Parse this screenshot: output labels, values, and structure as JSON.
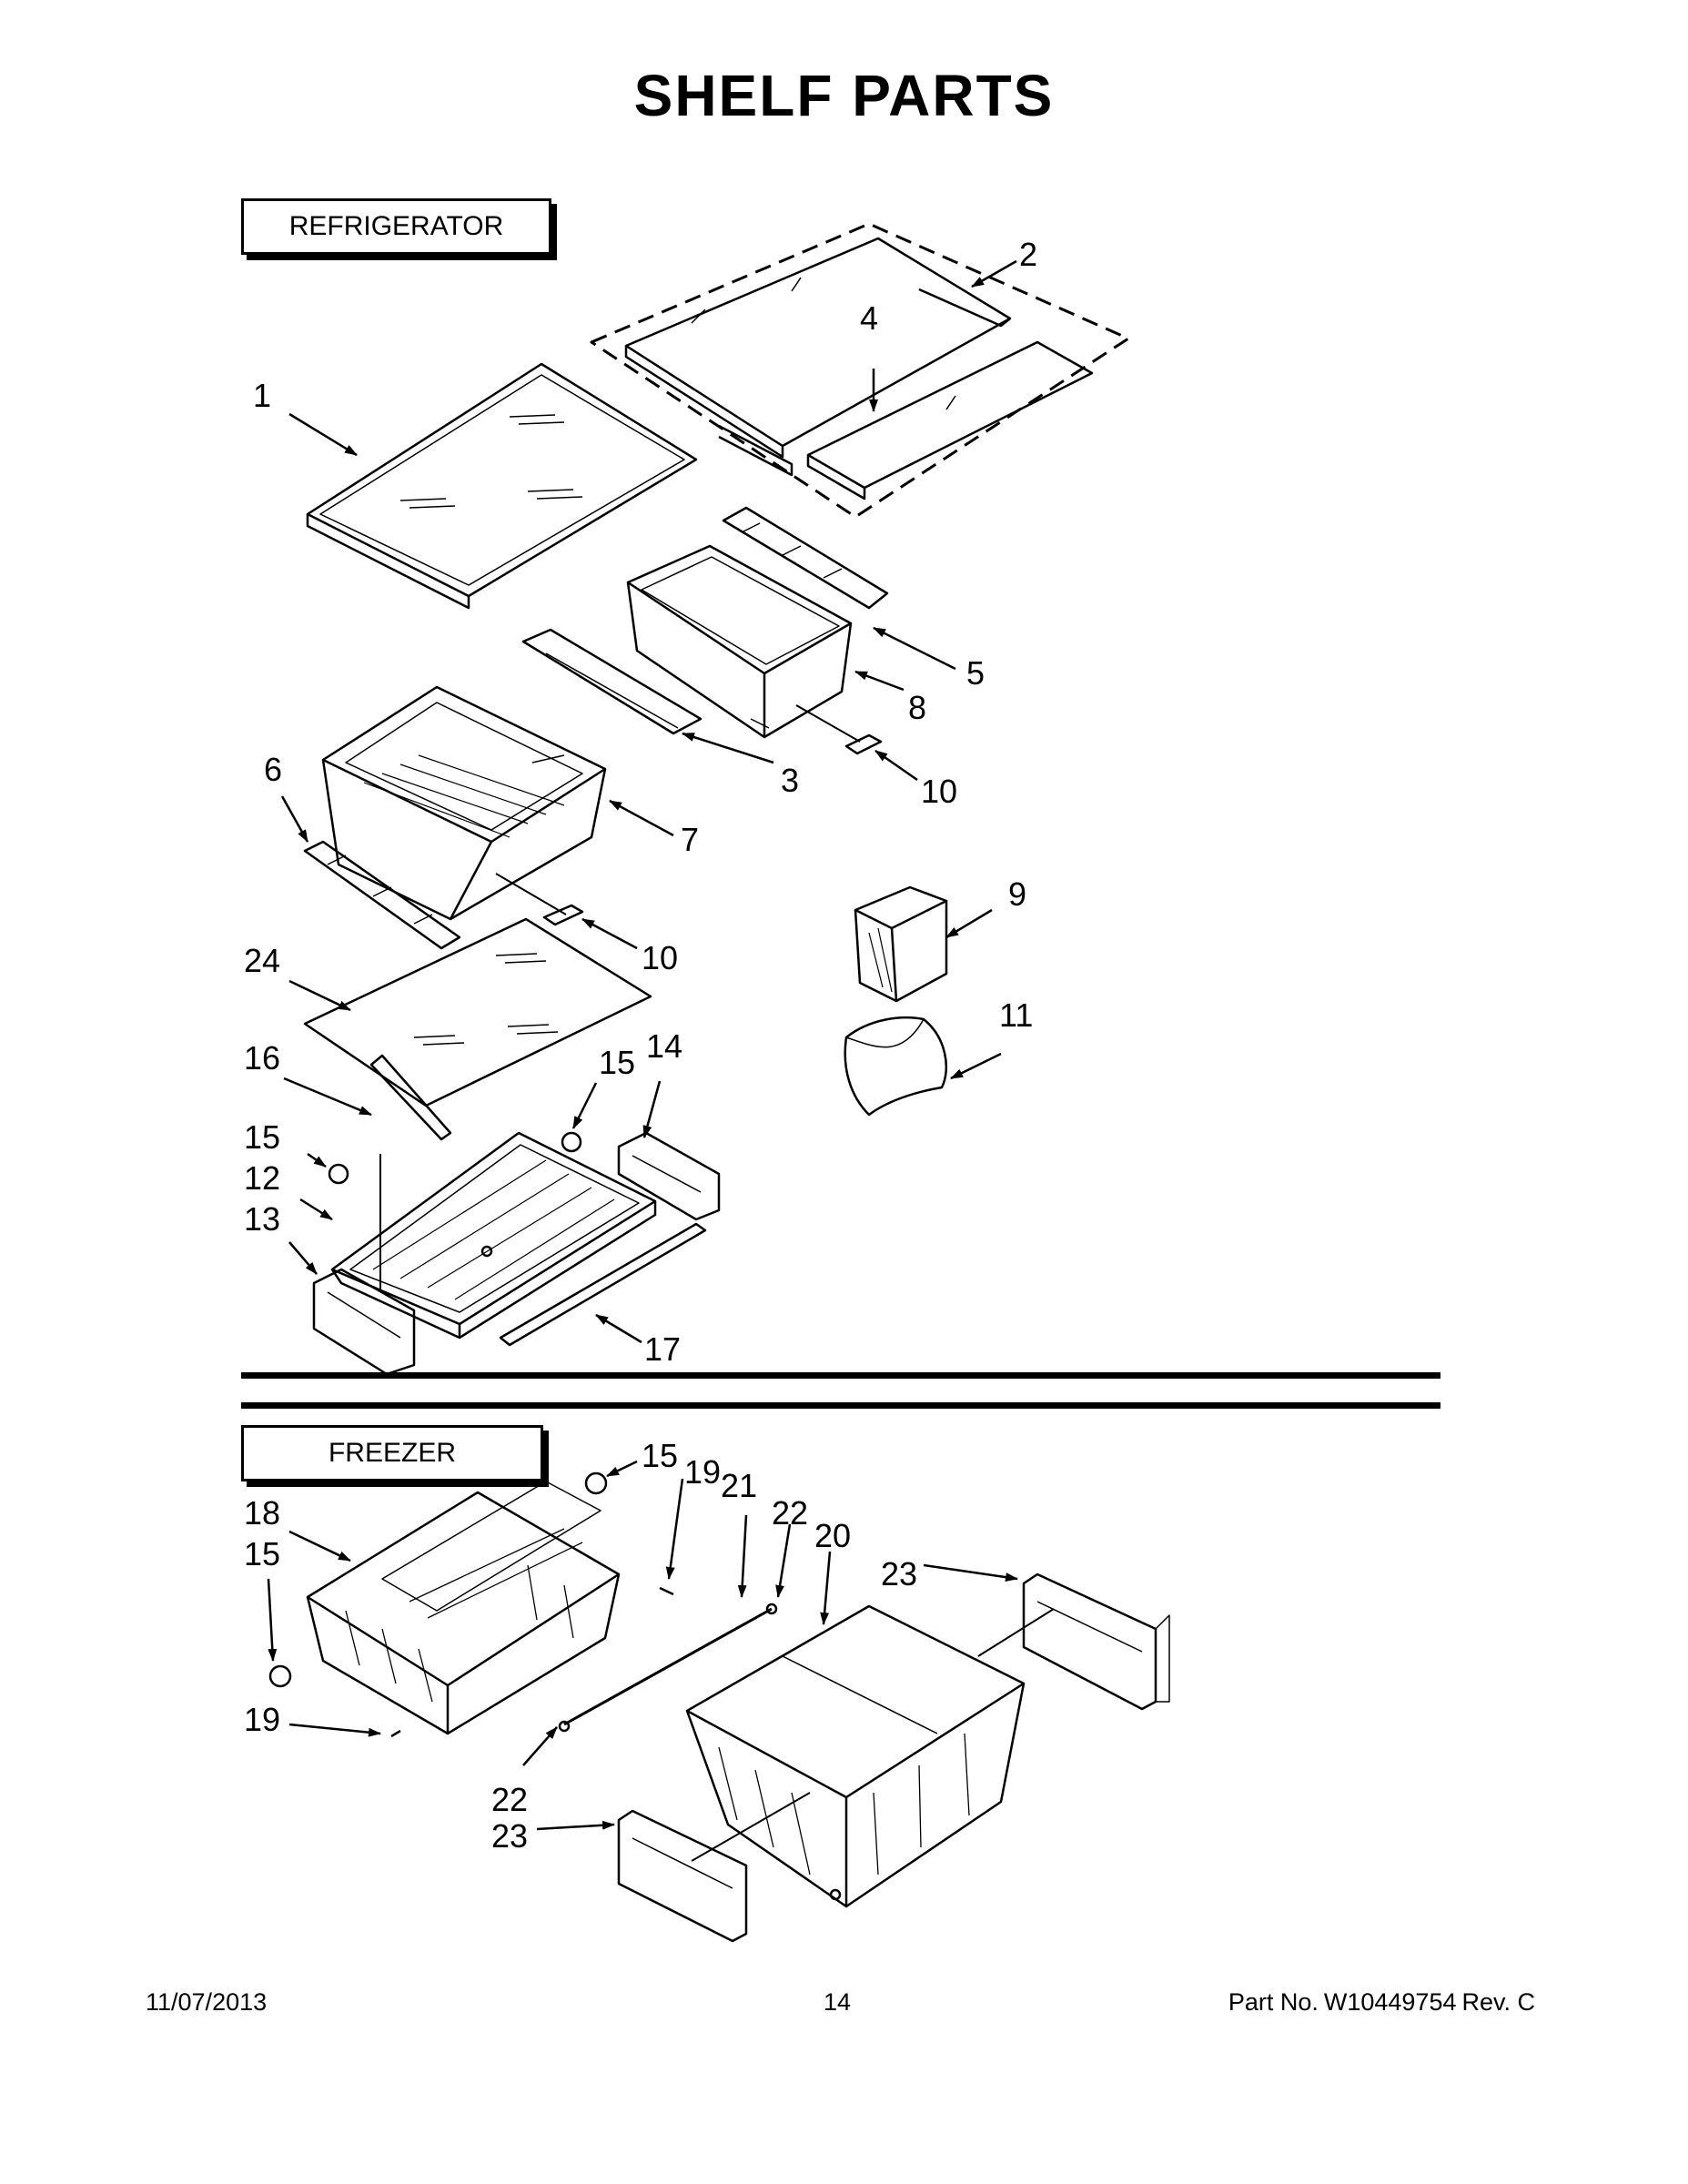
{
  "title": "SHELF PARTS",
  "sections": {
    "refrigerator": "REFRIGERATOR",
    "freezer": "FREEZER"
  },
  "callouts": {
    "c1": "1",
    "c2": "2",
    "c3": "3",
    "c4": "4",
    "c5": "5",
    "c6": "6",
    "c7": "7",
    "c8": "8",
    "c9": "9",
    "c10a": "10",
    "c10b": "10",
    "c11": "11",
    "c12": "12",
    "c13": "13",
    "c14": "14",
    "c15a": "15",
    "c15b": "15",
    "c15c": "15",
    "c15d": "15",
    "c16": "16",
    "c17": "17",
    "c18": "18",
    "c19a": "19",
    "c19b": "19",
    "c20": "20",
    "c21": "21",
    "c22a": "22",
    "c22b": "22",
    "c23a": "23",
    "c23b": "23",
    "c24": "24"
  },
  "footer": {
    "date": "11/07/2013",
    "page": "14",
    "part_label": "Part No.",
    "part_number": "W10449754",
    "revision": "Rev. C"
  }
}
